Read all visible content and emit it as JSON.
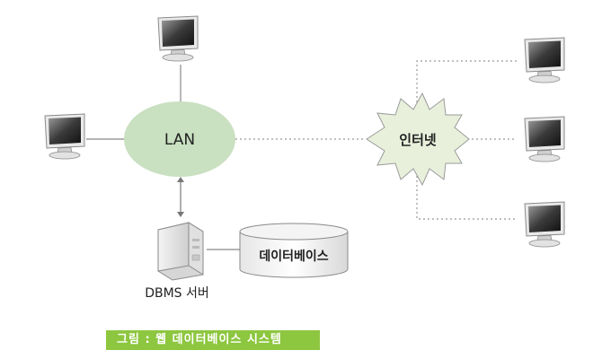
{
  "nodes": {
    "lan": "LAN",
    "internet": "인터넷",
    "database": "데이터베이스",
    "dbms_server": "DBMS 서버"
  },
  "caption": "그림 : 웹 데이터베이스 시스템",
  "colors": {
    "lan_fill": "#c9e0c1",
    "internet_fill": "#e8f0dc",
    "caption_bg": "#8dc63f",
    "line": "#888888",
    "dotted_line": "#999999"
  },
  "icons": [
    "monitor-icon",
    "server-icon",
    "database-cylinder-icon",
    "double-arrow-icon"
  ]
}
